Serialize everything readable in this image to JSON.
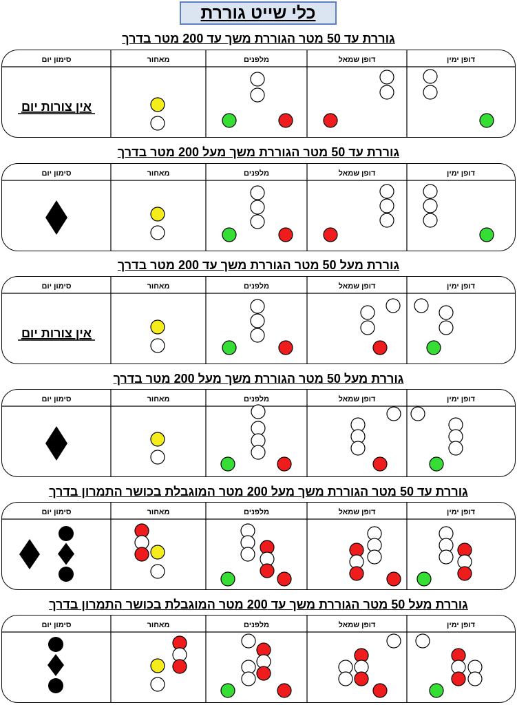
{
  "page_title": "כלי שייט גוררת",
  "columns": [
    "דופן ימין",
    "דופן שמאל",
    "מלפנים",
    "מאחור",
    "סימון יום"
  ],
  "no_day_shapes": "אין צורות יום",
  "colors": {
    "red": "#ee1c1c",
    "green": "#35dd35",
    "yellow": "#f5ec1c",
    "white": "#ffffff",
    "black": "#000000",
    "title_bg": "#dbe5f1",
    "title_border": "#5b7fbf"
  },
  "sections": [
    {
      "title": "גוררת עד 50 מטר הגוררת משך עד 200 מטר בדרך",
      "day_mark": "none",
      "lights": {
        "right": [
          [
            "W",
            624,
            110
          ],
          [
            "W",
            624,
            133
          ],
          [
            "G",
            706,
            174
          ]
        ],
        "left": [
          [
            "W",
            561,
            111
          ],
          [
            "W",
            561,
            133
          ],
          [
            "R",
            479,
            174
          ]
        ],
        "front": [
          [
            "W",
            373,
            114
          ],
          [
            "W",
            373,
            137
          ],
          [
            "G",
            332,
            174
          ],
          [
            "R",
            414,
            174
          ]
        ],
        "rear": [
          [
            "Y",
            228,
            151
          ],
          [
            "W",
            228,
            178
          ]
        ]
      }
    },
    {
      "title": "גוררת עד 50 מטר הגוררת משך מעל 200 מטר בדרך",
      "day_mark": "diamond",
      "lights": {
        "right": [
          [
            "W",
            624,
            277
          ],
          [
            "W",
            624,
            298
          ],
          [
            "W",
            624,
            319
          ],
          [
            "G",
            706,
            340
          ]
        ],
        "left": [
          [
            "W",
            561,
            277
          ],
          [
            "W",
            561,
            298
          ],
          [
            "W",
            561,
            319
          ],
          [
            "R",
            479,
            340
          ]
        ],
        "front": [
          [
            "W",
            373,
            279
          ],
          [
            "W",
            373,
            300
          ],
          [
            "W",
            373,
            321
          ],
          [
            "G",
            332,
            340
          ],
          [
            "R",
            414,
            340
          ]
        ],
        "rear": [
          [
            "Y",
            228,
            310
          ],
          [
            "W",
            228,
            337
          ]
        ]
      }
    },
    {
      "title": "גוררת מעל 50 מטר הגוררת משך עד 200 מטר בדרך",
      "day_mark": "none",
      "lights": {
        "right": [
          [
            "W",
            611,
            443
          ],
          [
            "W",
            647,
            453
          ],
          [
            "W",
            647,
            475
          ],
          [
            "G",
            629,
            504
          ]
        ],
        "left": [
          [
            "W",
            570,
            443
          ],
          [
            "W",
            533,
            453
          ],
          [
            "W",
            533,
            475
          ],
          [
            "R",
            551,
            504
          ]
        ],
        "front": [
          [
            "W",
            373,
            444
          ],
          [
            "W",
            373,
            465
          ],
          [
            "W",
            373,
            486
          ],
          [
            "G",
            332,
            504
          ],
          [
            "R",
            414,
            504
          ]
        ],
        "rear": [
          [
            "Y",
            228,
            474
          ],
          [
            "W",
            228,
            501
          ]
        ]
      }
    },
    {
      "title": "גוררת מעל 50 מטר הגוררת משך מעל 200 מטר בדרך",
      "day_mark": "diamond",
      "lights": {
        "right": [
          [
            "W",
            606,
            600
          ],
          [
            "W",
            661,
            616
          ],
          [
            "W",
            661,
            633
          ],
          [
            "W",
            661,
            650
          ],
          [
            "G",
            633,
            673
          ]
        ],
        "left": [
          [
            "W",
            571,
            600
          ],
          [
            "W",
            519,
            616
          ],
          [
            "W",
            519,
            633
          ],
          [
            "W",
            519,
            650
          ],
          [
            "R",
            551,
            673
          ]
        ],
        "front": [
          [
            "W",
            374,
            597
          ],
          [
            "W",
            374,
            621
          ],
          [
            "W",
            374,
            639
          ],
          [
            "W",
            374,
            656
          ],
          [
            "G",
            330,
            673
          ],
          [
            "R",
            412,
            673
          ]
        ],
        "rear": [
          [
            "Y",
            228,
            637
          ],
          [
            "W",
            228,
            663
          ]
        ]
      }
    },
    {
      "title": "גוררת עד 50 מטר הגוררת משך מעל 200 מטר המוגבלת בכושר התמרון בדרך",
      "day_mark": "ball-diamond-ball",
      "lights": {
        "right": [
          [
            "W",
            647,
            774
          ],
          [
            "W",
            647,
            791
          ],
          [
            "W",
            647,
            808
          ],
          [
            "R",
            674,
            798
          ],
          [
            "W",
            674,
            815
          ],
          [
            "R",
            674,
            832
          ],
          [
            "G",
            615,
            840
          ]
        ],
        "left": [
          [
            "W",
            543,
            774
          ],
          [
            "W",
            543,
            791
          ],
          [
            "W",
            543,
            808
          ],
          [
            "R",
            517,
            798
          ],
          [
            "W",
            517,
            815
          ],
          [
            "R",
            517,
            832
          ],
          [
            "R",
            571,
            840
          ]
        ],
        "front": [
          [
            "W",
            359,
            770
          ],
          [
            "W",
            359,
            787
          ],
          [
            "W",
            359,
            804
          ],
          [
            "R",
            387,
            794
          ],
          [
            "W",
            387,
            811
          ],
          [
            "R",
            387,
            828
          ],
          [
            "G",
            330,
            840
          ],
          [
            "R",
            412,
            840
          ]
        ],
        "rear": [
          [
            "R",
            205,
            770
          ],
          [
            "W",
            205,
            787
          ],
          [
            "R",
            205,
            804
          ],
          [
            "Y",
            228,
            801
          ],
          [
            "W",
            228,
            829
          ]
        ]
      }
    },
    {
      "title": "גוררת מעל 50 מטר הגוררת משך עד 200 מטר המוגבלת בכושר התמרון בדרך",
      "day_mark": "ball-diamond-ball",
      "lights": {
        "right": [
          [
            "W",
            613,
            930
          ],
          [
            "R",
            665,
            951
          ],
          [
            "W",
            665,
            968
          ],
          [
            "R",
            665,
            985
          ],
          [
            "W",
            689,
            968
          ],
          [
            "W",
            689,
            985
          ],
          [
            "G",
            633,
            1002
          ]
        ],
        "left": [
          [
            "W",
            571,
            930
          ],
          [
            "R",
            524,
            951
          ],
          [
            "W",
            524,
            968
          ],
          [
            "R",
            524,
            985
          ],
          [
            "W",
            501,
            968
          ],
          [
            "W",
            501,
            985
          ],
          [
            "R",
            551,
            1002
          ]
        ],
        "front": [
          [
            "W",
            360,
            930
          ],
          [
            "R",
            382,
            943
          ],
          [
            "W",
            382,
            960
          ],
          [
            "R",
            382,
            977
          ],
          [
            "W",
            360,
            968
          ],
          [
            "W",
            360,
            985
          ],
          [
            "G",
            330,
            1002
          ],
          [
            "R",
            412,
            1002
          ]
        ],
        "rear": [
          [
            "R",
            260,
            933
          ],
          [
            "W",
            260,
            950
          ],
          [
            "R",
            260,
            967
          ],
          [
            "Y",
            228,
            966
          ],
          [
            "W",
            228,
            993
          ]
        ]
      }
    }
  ]
}
